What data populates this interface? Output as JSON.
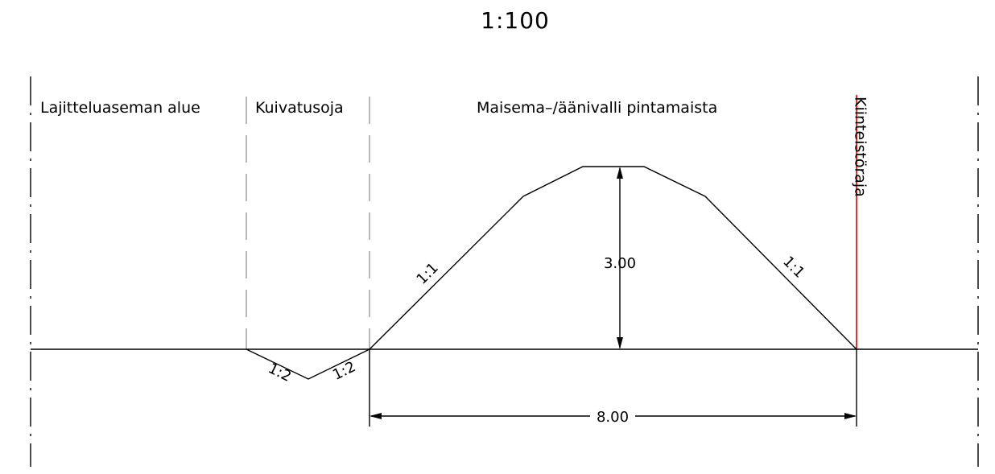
{
  "scale": "1:100",
  "zones": {
    "sorting_area": "Lajitteluaseman alue",
    "ditch": "Kuivatusoja",
    "embankment": "Maisema–/äänivalli pintamaista",
    "boundary": "Kiinteistöraja"
  },
  "dimensions": {
    "height": "3.00",
    "width": "8.00"
  },
  "slopes": {
    "ditch_left": "1:2",
    "ditch_right": "1:2",
    "embankment_left": "1:1",
    "embankment_right": "1:1"
  },
  "colors": {
    "line": "#000000",
    "divider": "#999999",
    "boundary": "#d40000"
  }
}
